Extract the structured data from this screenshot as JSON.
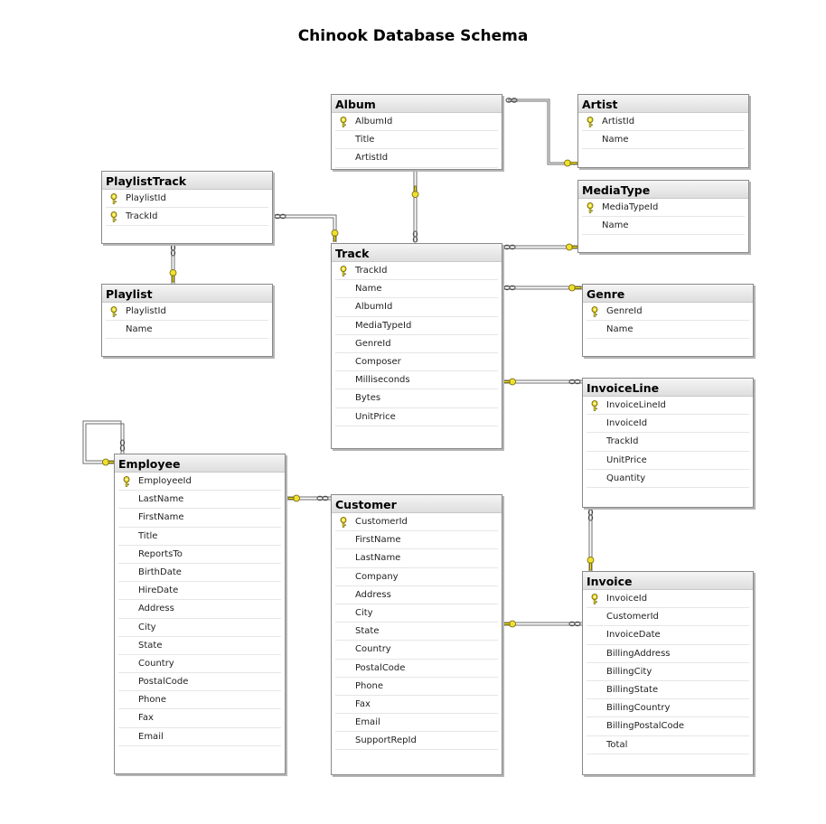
{
  "title": "Chinook Database Schema",
  "entities": [
    {
      "id": "album",
      "name": "Album",
      "columns": [
        {
          "name": "AlbumId",
          "pk": true
        },
        {
          "name": "Title"
        },
        {
          "name": "ArtistId"
        }
      ]
    },
    {
      "id": "artist",
      "name": "Artist",
      "columns": [
        {
          "name": "ArtistId",
          "pk": true
        },
        {
          "name": "Name"
        }
      ]
    },
    {
      "id": "playlisttrack",
      "name": "PlaylistTrack",
      "columns": [
        {
          "name": "PlaylistId",
          "pk": true
        },
        {
          "name": "TrackId",
          "pk": true
        }
      ]
    },
    {
      "id": "mediatype",
      "name": "MediaType",
      "columns": [
        {
          "name": "MediaTypeId",
          "pk": true
        },
        {
          "name": "Name"
        }
      ]
    },
    {
      "id": "track",
      "name": "Track",
      "columns": [
        {
          "name": "TrackId",
          "pk": true
        },
        {
          "name": "Name"
        },
        {
          "name": "AlbumId"
        },
        {
          "name": "MediaTypeId"
        },
        {
          "name": "GenreId"
        },
        {
          "name": "Composer"
        },
        {
          "name": "Milliseconds"
        },
        {
          "name": "Bytes"
        },
        {
          "name": "UnitPrice"
        }
      ]
    },
    {
      "id": "playlist",
      "name": "Playlist",
      "columns": [
        {
          "name": "PlaylistId",
          "pk": true
        },
        {
          "name": "Name"
        }
      ]
    },
    {
      "id": "genre",
      "name": "Genre",
      "columns": [
        {
          "name": "GenreId",
          "pk": true
        },
        {
          "name": "Name"
        }
      ]
    },
    {
      "id": "invoiceline",
      "name": "InvoiceLine",
      "columns": [
        {
          "name": "InvoiceLineId",
          "pk": true
        },
        {
          "name": "InvoiceId"
        },
        {
          "name": "TrackId"
        },
        {
          "name": "UnitPrice"
        },
        {
          "name": "Quantity"
        }
      ]
    },
    {
      "id": "employee",
      "name": "Employee",
      "columns": [
        {
          "name": "EmployeeId",
          "pk": true
        },
        {
          "name": "LastName"
        },
        {
          "name": "FirstName"
        },
        {
          "name": "Title"
        },
        {
          "name": "ReportsTo"
        },
        {
          "name": "BirthDate"
        },
        {
          "name": "HireDate"
        },
        {
          "name": "Address"
        },
        {
          "name": "City"
        },
        {
          "name": "State"
        },
        {
          "name": "Country"
        },
        {
          "name": "PostalCode"
        },
        {
          "name": "Phone"
        },
        {
          "name": "Fax"
        },
        {
          "name": "Email"
        }
      ]
    },
    {
      "id": "customer",
      "name": "Customer",
      "columns": [
        {
          "name": "CustomerId",
          "pk": true
        },
        {
          "name": "FirstName"
        },
        {
          "name": "LastName"
        },
        {
          "name": "Company"
        },
        {
          "name": "Address"
        },
        {
          "name": "City"
        },
        {
          "name": "State"
        },
        {
          "name": "Country"
        },
        {
          "name": "PostalCode"
        },
        {
          "name": "Phone"
        },
        {
          "name": "Fax"
        },
        {
          "name": "Email"
        },
        {
          "name": "SupportRepId"
        }
      ]
    },
    {
      "id": "invoice",
      "name": "Invoice",
      "columns": [
        {
          "name": "InvoiceId",
          "pk": true
        },
        {
          "name": "CustomerId"
        },
        {
          "name": "InvoiceDate"
        },
        {
          "name": "BillingAddress"
        },
        {
          "name": "BillingCity"
        },
        {
          "name": "BillingState"
        },
        {
          "name": "BillingCountry"
        },
        {
          "name": "BillingPostalCode"
        },
        {
          "name": "Total"
        }
      ]
    }
  ],
  "relationships": [
    {
      "from": "album",
      "to": "artist",
      "many_side": "album",
      "one_side": "artist"
    },
    {
      "from": "track",
      "to": "album",
      "many_side": "track",
      "one_side": "album"
    },
    {
      "from": "playlisttrack",
      "to": "track",
      "many_side": "playlisttrack",
      "one_side": "track"
    },
    {
      "from": "playlisttrack",
      "to": "playlist",
      "many_side": "playlisttrack",
      "one_side": "playlist"
    },
    {
      "from": "track",
      "to": "mediatype",
      "many_side": "track",
      "one_side": "mediatype"
    },
    {
      "from": "track",
      "to": "genre",
      "many_side": "track",
      "one_side": "genre"
    },
    {
      "from": "invoiceline",
      "to": "track",
      "many_side": "invoiceline",
      "one_side": "track"
    },
    {
      "from": "invoiceline",
      "to": "invoice",
      "many_side": "invoiceline",
      "one_side": "invoice"
    },
    {
      "from": "invoice",
      "to": "customer",
      "many_side": "invoice",
      "one_side": "customer"
    },
    {
      "from": "customer",
      "to": "employee",
      "many_side": "customer",
      "one_side": "employee"
    },
    {
      "from": "employee",
      "to": "employee",
      "many_side": "employee",
      "one_side": "employee"
    }
  ],
  "colors": {
    "key": "#f0e030",
    "line": "#6e6e6e",
    "header": "#e4e4e4"
  },
  "icons": {
    "primary_key": "key-icon",
    "many_end": "infinity-icon"
  }
}
